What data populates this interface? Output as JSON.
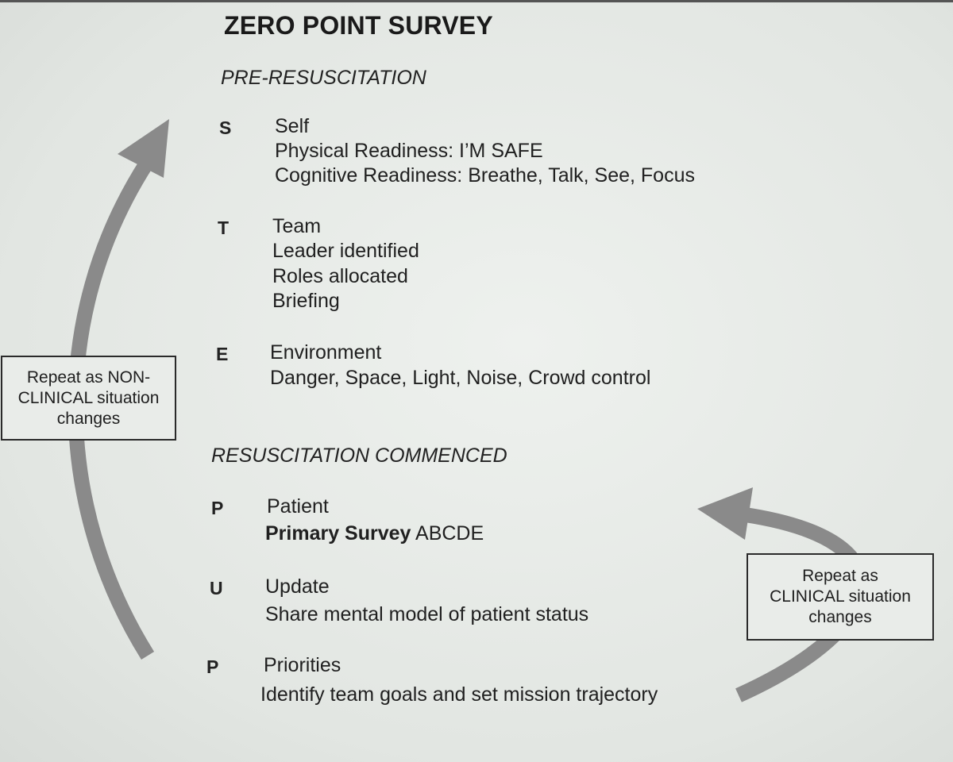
{
  "title": "ZERO POINT SURVEY",
  "sections": {
    "pre": "PRE-RESUSCITATION",
    "during": "RESUSCITATION COMMENCED"
  },
  "items": {
    "s": {
      "letter": "S",
      "heading": "Self",
      "line1": "Physical Readiness: I’M SAFE",
      "line2": "Cognitive Readiness: Breathe, Talk, See, Focus"
    },
    "t": {
      "letter": "T",
      "heading": "Team",
      "line1": "Leader identified",
      "line2": "Roles allocated",
      "line3": "Briefing"
    },
    "e": {
      "letter": "E",
      "heading": "Environment",
      "line1": "Danger, Space, Light, Noise, Crowd control"
    },
    "p1": {
      "letter": "P",
      "heading": "Patient",
      "bold": "Primary Survey",
      "rest": " ABCDE"
    },
    "u": {
      "letter": "U",
      "heading": "Update",
      "line1": "Share mental model of patient status"
    },
    "p2": {
      "letter": "P",
      "heading": "Priorities",
      "line1": "Identify team goals and set mission trajectory"
    }
  },
  "boxes": {
    "nonclinical": {
      "line1": "Repeat as NON-",
      "line2": "CLINICAL situation",
      "line3": "changes"
    },
    "clinical": {
      "line1": "Repeat as",
      "line2": "CLINICAL situation",
      "line3": "changes"
    }
  },
  "colors": {
    "arrow": "#8a8a8a",
    "text": "#202020",
    "background": "#e6e9e6"
  }
}
